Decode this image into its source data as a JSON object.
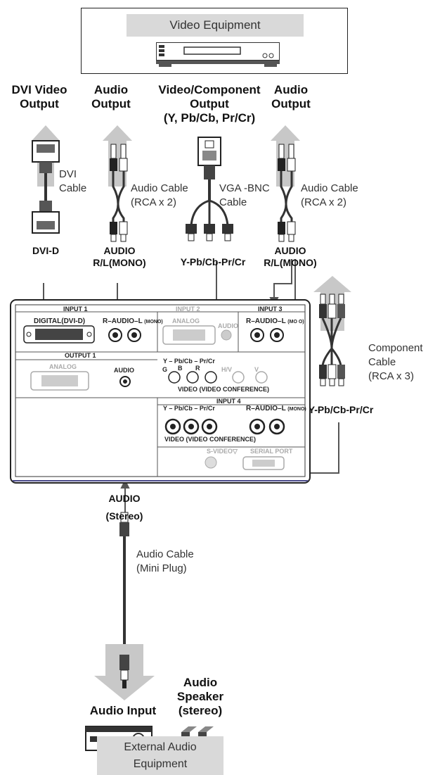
{
  "top_equipment": {
    "title": "Video Equipment"
  },
  "outputs": {
    "dvi": [
      "DVI Video",
      "Output"
    ],
    "audio1": [
      "Audio",
      "Output"
    ],
    "component": [
      "Video/Component",
      "Output",
      "(Y, Pb/Cb, Pr/Cr)"
    ],
    "audio2": [
      "Audio",
      "Output"
    ]
  },
  "cables": {
    "dvi": [
      "DVI",
      "Cable"
    ],
    "audio1": [
      "Audio Cable",
      "(RCA x 2)"
    ],
    "vga_bnc": [
      "VGA -BNC",
      "Cable"
    ],
    "audio2": [
      "Audio Cable",
      "(RCA x 2)"
    ],
    "component": [
      "Component",
      "Cable",
      "(RCA x 3)"
    ],
    "mini": [
      "Audio Cable",
      "(Mini Plug)"
    ]
  },
  "ports": {
    "dvi_d": "DVI-D",
    "audio_rl1": [
      "AUDIO",
      "R/L(MONO)"
    ],
    "ypbpr1": "Y-Pb/Cb-Pr/Cr",
    "audio_rl2": [
      "AUDIO",
      "R/L(MONO)"
    ],
    "ypbpr2": "Y-Pb/Cb-Pr/Cr",
    "audio_stereo": [
      "AUDIO",
      "(Stereo)"
    ]
  },
  "panel": {
    "input1": "INPUT 1",
    "digital": "DIGITAL(DVI-D)",
    "r_audio_l_mono1": "R–AUDIO–L",
    "mono": "(MONO)",
    "input2": "INPUT 2",
    "analog_in": "ANALOG",
    "audio_in2": "AUDIO",
    "input3": "INPUT 3",
    "r_audio_l3": "R–AUDIO–L",
    "mono3": "(MO  O)",
    "output1": "OUTPUT 1",
    "analog_out": "ANALOG",
    "audio_out": "AUDIO",
    "y_pb_pr_top": "Y – Pb/Cb – Pr/Cr",
    "g": "G",
    "b": "B",
    "r": "R",
    "hv": "H/V",
    "v": "V",
    "video_conf": "VIDEO (VIDEO CONFERENCE)",
    "input4": "INPUT 4",
    "y_pb_pr_bottom": "Y – Pb/Cb – Pr/Cr",
    "r_audio_l4": "R–AUDIO–L",
    "mono4": "(MONO)",
    "video_conf2": "VIDEO (VIDEO CONFERENCE)",
    "svideo": "S-VIDEO▽",
    "serial": "SERIAL PORT"
  },
  "bottom": {
    "audio_input": "Audio Input",
    "speaker": [
      "Audio",
      "Speaker",
      "(stereo)"
    ],
    "external": [
      "External Audio",
      "Equipment"
    ]
  },
  "colors": {
    "arrow": "#c8c8c8",
    "panel_edge": "#4a4a8a",
    "box": "#d9d9d9"
  }
}
